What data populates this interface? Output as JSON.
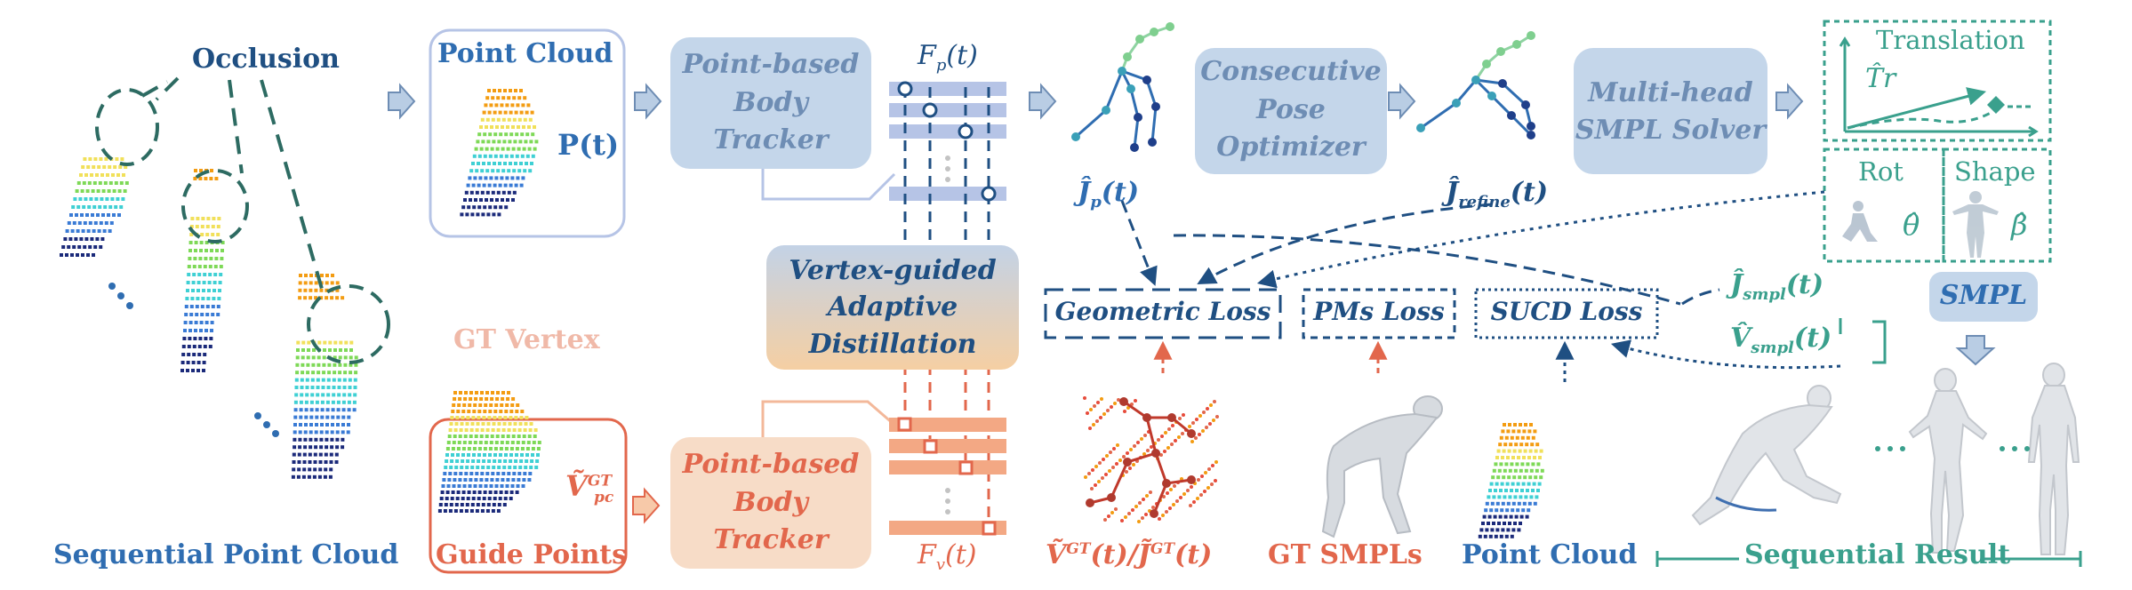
{
  "colors": {
    "navy": "#1f4f82",
    "blue": "#2f6db1",
    "steel_box": "#b9cde4",
    "steel_text": "#6e8db4",
    "orange": "#e2674c",
    "orange_box": "#f7dcc7",
    "teal": "#3aa08d",
    "gray_dash": "#2a5b84"
  },
  "left": {
    "occlusion": "Occlusion",
    "sequential_point_cloud": "Sequential Point Cloud"
  },
  "point_cloud_box": {
    "title": "Point Cloud",
    "symbol": "P(t)"
  },
  "gt_panel": {
    "gt_vertex": "GT Vertex",
    "guide_points": "Guide Points",
    "v_symbol": "Ṽ",
    "v_sup": "GT",
    "v_sub": "pc"
  },
  "tracker_top": {
    "line1": "Point-based",
    "line2": "Body",
    "line3": "Tracker"
  },
  "tracker_bottom": {
    "line1": "Point-based",
    "line2": "Body",
    "line3": "Tracker"
  },
  "feature_labels": {
    "fp": "F",
    "fp_sub": "p",
    "fp_arg": "(t)",
    "fv": "F",
    "fv_sub": "v",
    "fv_arg": "(t)"
  },
  "distill_box": {
    "line1": "Vertex-guided",
    "line2": "Adaptive",
    "line3": "Distillation"
  },
  "pose_labels": {
    "jp": "Ĵ",
    "jp_sub": "p",
    "jp_arg": "(t)",
    "jr": "Ĵ",
    "jr_sub": "refine",
    "jr_arg": "(t)"
  },
  "optimizer_box": {
    "line1": "Consecutive",
    "line2": "Pose",
    "line3": "Optimizer"
  },
  "solver_box": {
    "line1": "Multi-head",
    "line2": "SMPL Solver"
  },
  "translation_box": {
    "title": "Translation",
    "symbol": "T̂r"
  },
  "rot_box": {
    "title": "Rot",
    "symbol": "θ̂"
  },
  "shape_box": {
    "title": "Shape",
    "symbol": "β̂"
  },
  "losses": {
    "geometric": "Geometric Loss",
    "pms": "PMs Loss",
    "sucd": "SUCD Loss"
  },
  "smpl_outputs": {
    "j": "Ĵ",
    "j_sub": "smpl",
    "v": "V̂",
    "v_sub": "smpl",
    "arg": "(t)",
    "smpl_box": "SMPL"
  },
  "bottom_labels": {
    "gt_v": "Ṽ",
    "gt_v_sup": "GT",
    "slash": "/",
    "gt_j": "J̃",
    "gt_j_sup": "GT",
    "arg": "(t)",
    "gt_smpls": "GT SMPLs",
    "point_cloud": "Point Cloud",
    "sequential_result": "Sequential Result"
  }
}
